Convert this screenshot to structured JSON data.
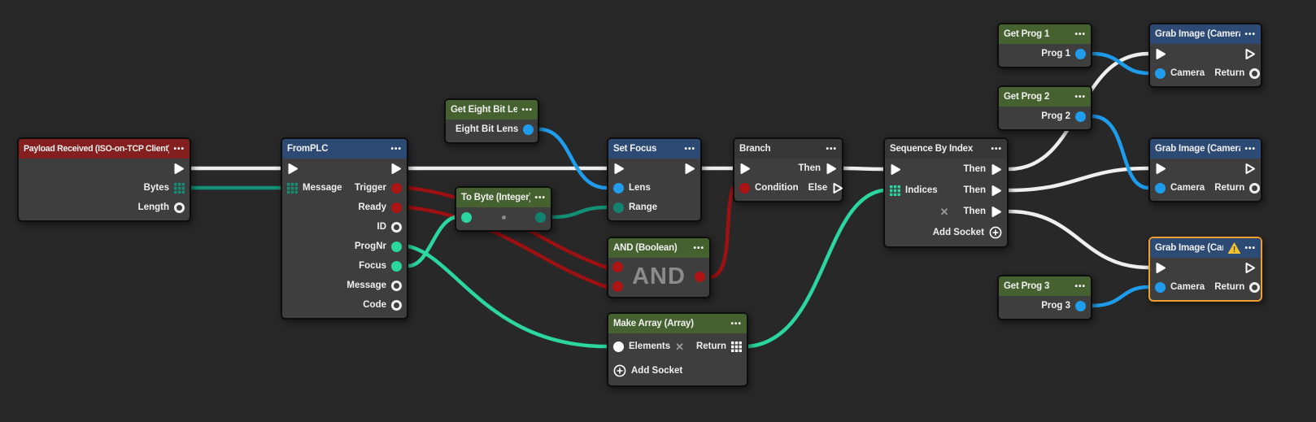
{
  "ui": {
    "menu_icon": "•••",
    "close_icon": "✕"
  },
  "colors": {
    "background": "#282828",
    "node_body": "#3e3e3e",
    "header_red": "#831f1f",
    "header_blue": "#2c4a74",
    "header_green": "#45612f",
    "header_gray": "#373737",
    "selection_border": "#ee9f2e",
    "port_red": "#ad1414",
    "port_teal_bright": "#2bd6a0",
    "port_teal_dark": "#128270",
    "port_blue": "#1f9ceb",
    "port_magenta": "#d22ad2",
    "port_return_hollow": "#8080db",
    "wire_exec": "#efefef",
    "wire_red": "#9c1111",
    "wire_teal": "#2bd6a0",
    "wire_teal_dark": "#128f75",
    "wire_blue": "#1f9ceb"
  },
  "nodes": {
    "payload": {
      "title": "Payload Received (ISO-on-TCP Client)",
      "bytes": "Bytes",
      "length": "Length"
    },
    "fromplc": {
      "title": "FromPLC",
      "message_in": "Message",
      "trigger": "Trigger",
      "ready": "Ready",
      "id": "ID",
      "prognr": "ProgNr",
      "focus": "Focus",
      "message_out": "Message",
      "code": "Code"
    },
    "get_eight_bit_lens": {
      "title": "Get Eight Bit Lens",
      "out": "Eight Bit Lens"
    },
    "to_byte": {
      "title": "To Byte (Integer)"
    },
    "set_focus": {
      "title": "Set Focus",
      "lens": "Lens",
      "range": "Range"
    },
    "and": {
      "title": "AND (Boolean)",
      "watermark": "AND"
    },
    "make_array": {
      "title": "Make Array (Array)",
      "elements": "Elements",
      "return": "Return",
      "add_socket": "Add Socket"
    },
    "branch": {
      "title": "Branch",
      "condition": "Condition",
      "then": "Then",
      "else": "Else"
    },
    "sequence": {
      "title": "Sequence By Index",
      "indices": "Indices",
      "then1": "Then",
      "then2": "Then",
      "then3": "Then",
      "add_socket": "Add Socket"
    },
    "get_prog_1": {
      "title": "Get Prog 1",
      "out": "Prog 1"
    },
    "get_prog_2": {
      "title": "Get Prog 2",
      "out": "Prog 2"
    },
    "get_prog_3": {
      "title": "Get Prog 3",
      "out": "Prog 3"
    },
    "grab_image_1": {
      "title": "Grab Image (Camera)",
      "camera": "Camera",
      "return": "Return"
    },
    "grab_image_2": {
      "title": "Grab Image (Camera)",
      "camera": "Camera",
      "return": "Return"
    },
    "grab_image_3": {
      "title": "Grab Image (Camera)",
      "camera": "Camera",
      "return": "Return"
    }
  }
}
